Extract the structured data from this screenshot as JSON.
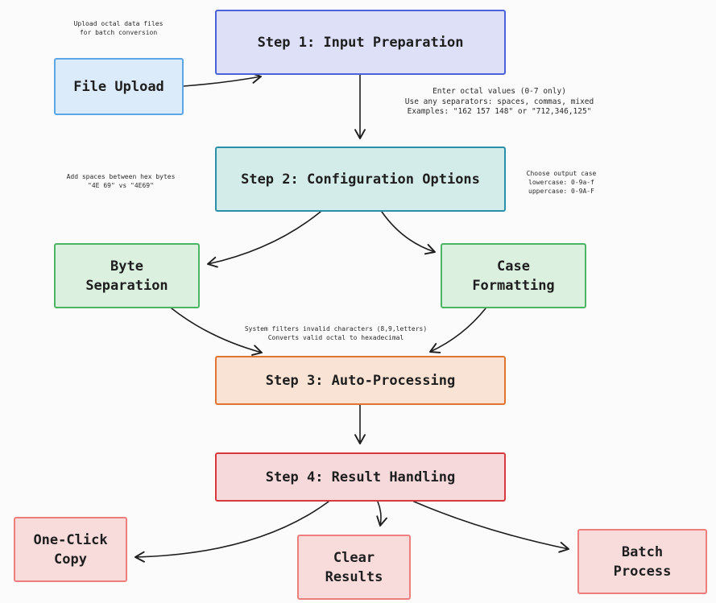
{
  "nodes": {
    "step1": "Step 1: Input Preparation",
    "file_upload": "File Upload",
    "step2": "Step 2: Configuration Options",
    "byte_separation": "Byte\nSeparation",
    "case_formatting": "Case\nFormatting",
    "step3": "Step 3: Auto-Processing",
    "step4": "Step 4: Result Handling",
    "one_click_copy": "One-Click\nCopy",
    "clear_results": "Clear\nResults",
    "batch_process": "Batch\nProcess"
  },
  "notes": {
    "upload": "Upload octal data files\nfor batch conversion",
    "input_hint": "Enter octal values (0-7 only)\nUse any separators: spaces, commas, mixed\nExamples: \"162 157 148\" or \"712,346,125\"",
    "spacing_hint": "Add spaces between hex bytes\n\"4E 69\" vs \"4E69\"",
    "case_hint": "Choose output case\nlowercase: 0-9a-f\nuppercase: 0-9A-F",
    "filter_hint": "System filters invalid characters (8,9,letters)\nConverts valid octal to hexadecimal"
  },
  "colors": {
    "arrow": "#1e1e1e"
  }
}
